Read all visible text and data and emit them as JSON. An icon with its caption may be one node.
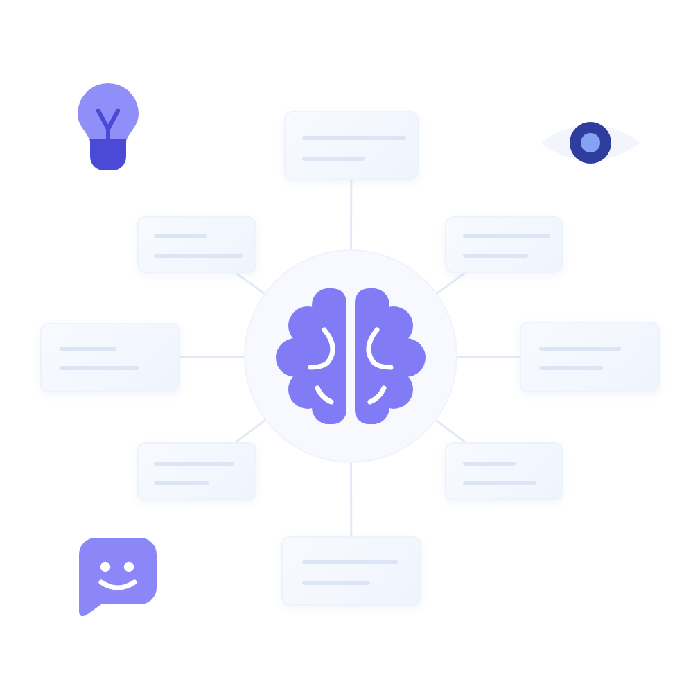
{
  "diagram": {
    "nodes": [
      {
        "text": [],
        "shape": "box"
      },
      {
        "text": [],
        "shape": "box"
      },
      {
        "text": [],
        "shape": "box"
      },
      {
        "text": [],
        "shape": "box"
      },
      {
        "text": [],
        "shape": "circle"
      },
      {
        "text": [],
        "shape": "box"
      },
      {
        "text": [],
        "shape": "box"
      },
      {
        "text": [],
        "shape": "box"
      },
      {
        "text": [],
        "shape": "box"
      }
    ],
    "edges": [
      {
        "from": 4,
        "to": 0,
        "arrow": "none"
      },
      {
        "from": 4,
        "to": 1,
        "arrow": "none"
      },
      {
        "from": 4,
        "to": 2,
        "arrow": "none"
      },
      {
        "from": 4,
        "to": 3,
        "arrow": "none"
      },
      {
        "from": 4,
        "to": 5,
        "arrow": "none"
      },
      {
        "from": 4,
        "to": 6,
        "arrow": "none"
      },
      {
        "from": 4,
        "to": 7,
        "arrow": "none"
      },
      {
        "from": 4,
        "to": 8,
        "arrow": "none"
      }
    ]
  }
}
